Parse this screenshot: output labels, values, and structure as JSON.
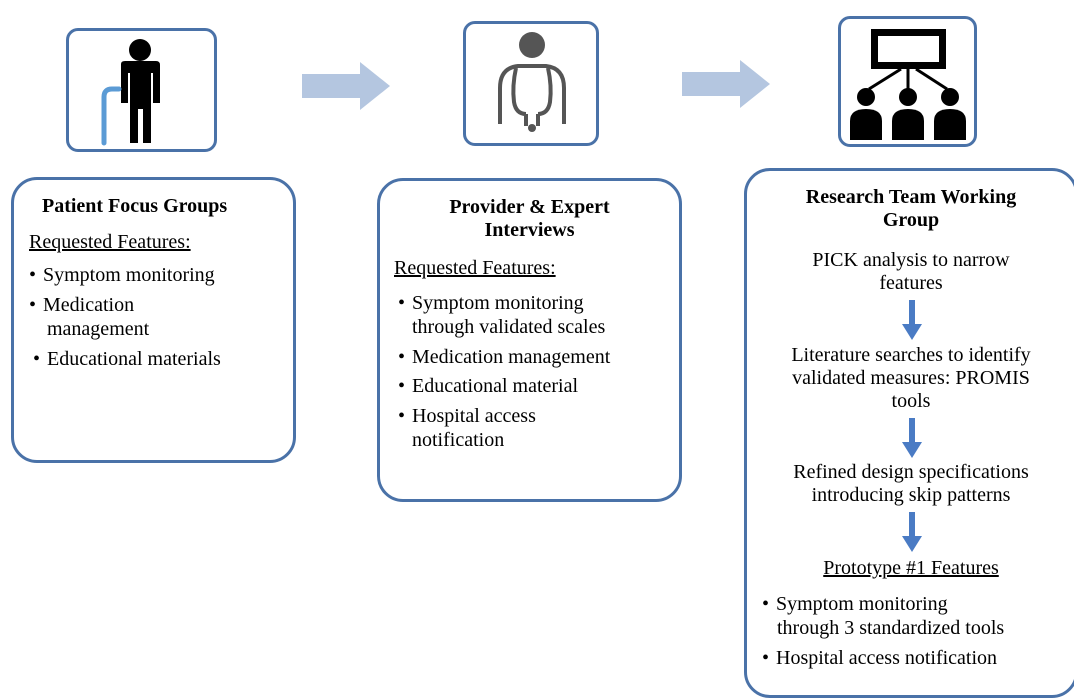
{
  "colors": {
    "accent": "#4a72a8",
    "arrow_fill": "#b4c6e0",
    "down_arrow": "#4a7bc4",
    "cane": "#5b9bd5"
  },
  "icons": [
    "patient-with-cane-icon",
    "doctor-stethoscope-icon",
    "presentation-group-icon"
  ],
  "patient": {
    "title": "Patient Focus Groups",
    "subtitle": "Requested Features:",
    "items": [
      "Symptom monitoring",
      "Medication",
      "management",
      "Educational  materials"
    ]
  },
  "provider": {
    "title_line1": "Provider  &  Expert",
    "title_line2": "Interviews",
    "subtitle": "Requested Features:",
    "items": [
      "Symptom  monitoring",
      "through validated scales",
      "Medication  management",
      "Educational material",
      "Hospital access",
      "notification"
    ]
  },
  "research": {
    "title_line1": "Research Team Working",
    "title_line2": "Group",
    "step1_line1": "PICK analysis  to narrow",
    "step1_line2": "features",
    "step2_line1": "Literature  searches to identify",
    "step2_line2": "validated  measures:  PROMIS",
    "step2_line3": "tools",
    "step3_line1": "Refined  design specifications",
    "step3_line2": "introducing  skip patterns",
    "subtitle": "Prototype #1 Features",
    "items": [
      "Symptom monitoring",
      "through  3  standardized  tools",
      "Hospital access notification"
    ]
  }
}
